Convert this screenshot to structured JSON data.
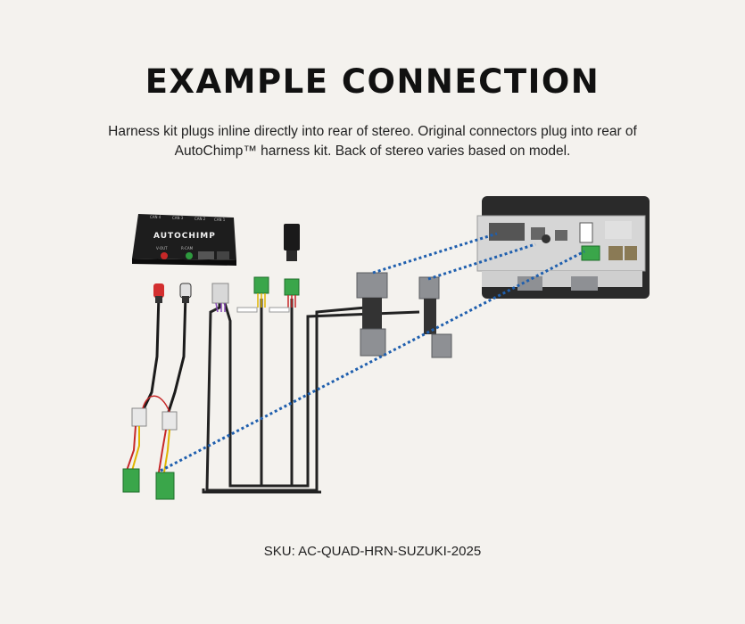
{
  "header": {
    "title": "EXAMPLE CONNECTION",
    "description": "Harness kit plugs inline directly into rear of stereo. Original connectors plug into rear of AutoChimp™ harness kit. Back of stereo varies based on model."
  },
  "module": {
    "brand": "AUTOCHIMP",
    "port_labels": [
      "CAN 4",
      "CAN 3",
      "CAN 2",
      "CAN 1"
    ],
    "front_labels": [
      "V-OUT",
      "R-CAM"
    ]
  },
  "footer": {
    "sku": "SKU: AC-QUAD-HRN-SUZUKI-2025"
  },
  "colors": {
    "background": "#f4f2ee",
    "connection_line": "#1f5fae",
    "cable": "#222222",
    "green_connector": "#3aa64a",
    "gray_connector": "#8e9094"
  }
}
